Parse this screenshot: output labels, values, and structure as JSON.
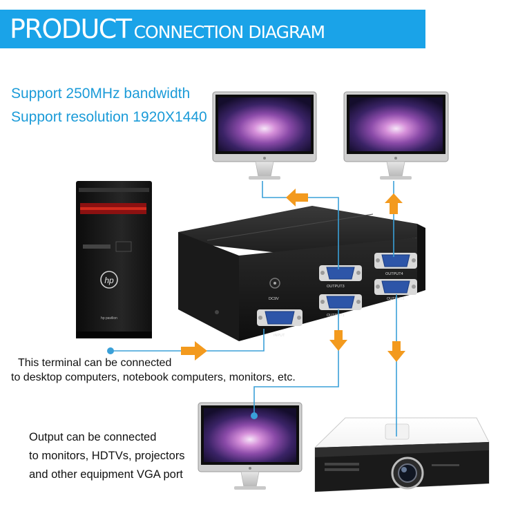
{
  "banner": {
    "title_big": "PRODUCT",
    "title_small": "CONNECTION DIAGRAM",
    "color": "#1aa3e8"
  },
  "specs": [
    "Support 250MHz bandwidth",
    "Support resolution 1920X1440"
  ],
  "input_note": [
    "This terminal can be connected",
    "to desktop computers, notebook computers, monitors, etc."
  ],
  "output_note": [
    "Output can be connected",
    "to monitors, HDTVs, projectors",
    "and other equipment VGA port"
  ],
  "device": {
    "port_labels": [
      "INPUT",
      "DC9V",
      "OUTPUT1",
      "OUTPUT2",
      "OUTPUT3",
      "OUTPUT4"
    ]
  },
  "computer": {
    "brand_logo": "hp",
    "model_text": "hp pavilion"
  },
  "colors": {
    "arrow": "#f39a1e",
    "cable": "#3aa0d8",
    "accent": "#1aa3e8"
  },
  "icons": [
    "arrow-right-icon",
    "arrow-left-icon",
    "arrow-up-icon",
    "arrow-down-icon"
  ]
}
